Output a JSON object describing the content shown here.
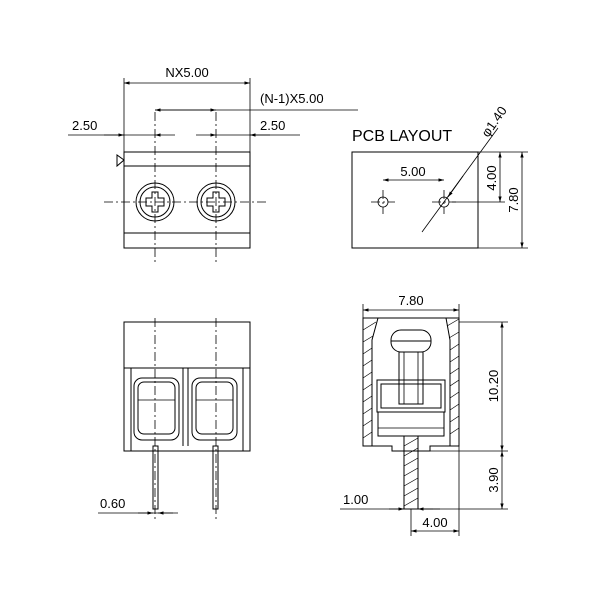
{
  "top_view": {
    "dim_total_width": "NX5.00",
    "dim_pitch": "(N-1)X5.00",
    "dim_left_offset": "2.50",
    "dim_right_offset": "2.50"
  },
  "pcb_layout": {
    "title": "PCB LAYOUT",
    "dim_hole_diameter": "φ1.40",
    "dim_hole_pitch": "5.00",
    "dim_hole_offset": "4.00",
    "dim_depth": "7.80"
  },
  "front_view": {
    "dim_pin_width": "0.60"
  },
  "side_view": {
    "dim_depth": "7.80",
    "dim_body_height": "10.20",
    "dim_pin_length": "3.90",
    "dim_pin_width": "1.00",
    "dim_pin_offset": "4.00"
  }
}
